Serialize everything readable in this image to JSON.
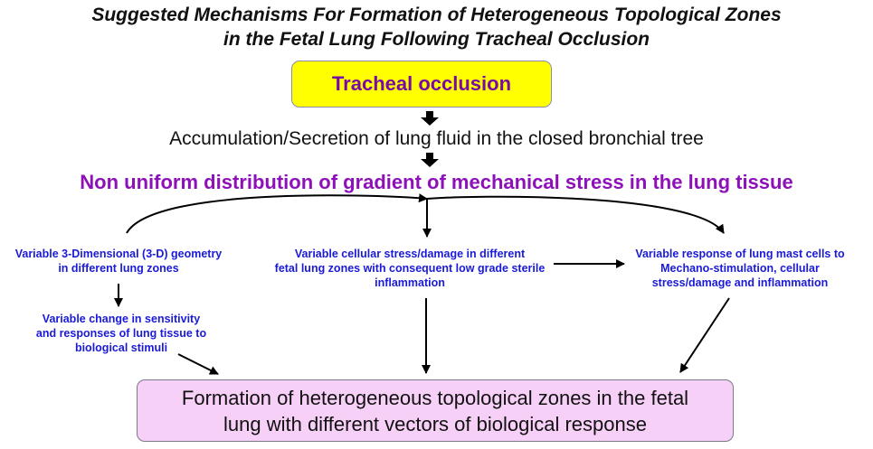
{
  "title": {
    "line1": "Suggested Mechanisms For Formation of Heterogeneous Topological Zones",
    "line2": "in the Fetal Lung Following Tracheal Occlusion"
  },
  "nodes": {
    "tracheal_occlusion": "Tracheal occlusion",
    "accumulation": "Accumulation/Secretion of lung fluid in the closed bronchial tree",
    "non_uniform": "Non uniform distribution of gradient of mechanical stress in the lung tissue",
    "geometry": {
      "line1": "Variable 3-Dimensional (3-D) geometry",
      "line2": "in different lung zones"
    },
    "cellular_stress": {
      "line1": "Variable cellular stress/damage in different",
      "line2": "fetal lung zones with consequent low grade sterile",
      "line3": "inflammation"
    },
    "mast_cells": {
      "line1": "Variable response of lung mast cells to",
      "line2": "Mechano-stimulation, cellular",
      "line3": "stress/damage and inflammation"
    },
    "sensitivity": {
      "line1": "Variable change in sensitivity",
      "line2": "and responses of lung tissue to",
      "line3": "biological stimuli"
    },
    "formation": {
      "line1": "Formation of heterogeneous topological zones in the fetal",
      "line2": "lung with different vectors of biological response"
    }
  },
  "colors": {
    "top_box_fill": "#ffff00",
    "top_box_text": "#7a0aa8",
    "purple_heading": "#8e10b8",
    "blue_text": "#1a1ad8",
    "bottom_box_fill": "#f7d0f7"
  }
}
